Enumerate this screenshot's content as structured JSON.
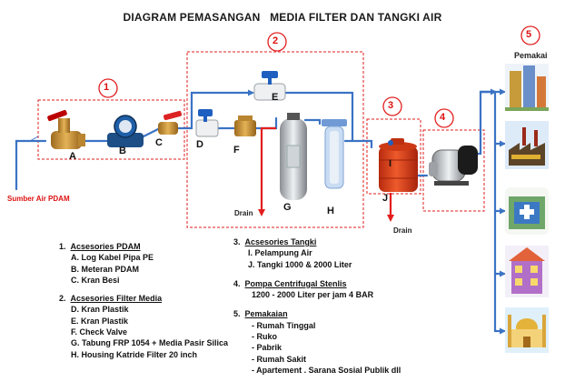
{
  "title": "DIAGRAM PEMASANGAN   MEDIA FILTER DAN TANGKI AIR",
  "source_label": "Sumber Air PDAM",
  "users_label": "Pemakai",
  "drain_label": "Drain",
  "section_numbers": [
    "1",
    "2",
    "3",
    "4",
    "5"
  ],
  "component_letters": {
    "A": "A",
    "B": "B",
    "C": "C",
    "D": "D",
    "E": "E",
    "F": "F",
    "G": "G",
    "H": "H",
    "I": "I",
    "J": "J"
  },
  "colors": {
    "pipe": "#3b73c4",
    "red": "#e21e1e",
    "tank": "#e8431c",
    "brass": "#c8912f",
    "valve_blue": "#1f5fc0"
  },
  "icons": [
    "apartment-building-icon",
    "factory-icon",
    "hospital-icon",
    "shops-icon",
    "mosque-icon"
  ],
  "notes_left": [
    {
      "num": "1.",
      "title": "Acsesories PDAM",
      "items": [
        "A. Log Kabel Pipa PE",
        "B.  Meteran PDAM",
        "C.  Kran Besi"
      ]
    },
    {
      "num": "2.",
      "title": "Acsesories Filter Media",
      "items": [
        "D. Kran Plastik",
        "E. Kran Plastik",
        "F. Check Valve",
        "G. Tabung FRP 1054 + Media  Pasir Silica",
        "H.  Housing Katride Filter 20 inch"
      ]
    }
  ],
  "notes_right": [
    {
      "num": "3.",
      "title": "Acsesories Tangki",
      "items": [
        "I.     Pelampung Air",
        "J.    Tangki  1000 & 2000 Liter"
      ]
    },
    {
      "num": "4.",
      "title": "Pompa Centrifugal  Stenlis",
      "items": [
        "1200 - 2000 Liter per jam  4 BAR"
      ]
    },
    {
      "num": "5.",
      "title": "Pemakaian",
      "items": [
        "- Rumah Tinggal",
        "- Ruko",
        "- Pabrik",
        "- Rumah Sakit",
        "- Apartement . Sarana Sosial Publik dll"
      ]
    }
  ]
}
